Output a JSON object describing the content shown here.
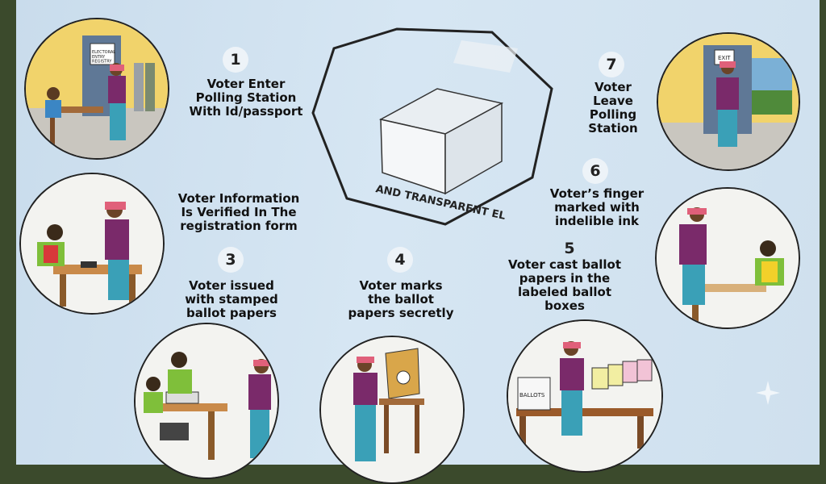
{
  "steps": [
    {
      "num": "1",
      "text": "Voter Enter\nPolling Station\nWith Id/passport"
    },
    {
      "num": "",
      "text": "Voter Information\nIs Verified In The\nregistration form"
    },
    {
      "num": "3",
      "text": "Voter issued\nwith stamped\nballot papers"
    },
    {
      "num": "4",
      "text": "Voter marks\nthe ballot\npapers secretly"
    },
    {
      "num": "5",
      "text": "Voter cast ballot\npapers in the\nlabeled ballot\nboxes"
    },
    {
      "num": "6",
      "text": "Voter’s finger\nmarked with\nindelible ink"
    },
    {
      "num": "7",
      "text": "Voter\nLeave\nPolling\nStation"
    }
  ],
  "logo": {
    "text": "AND TRANSPARENT EL"
  },
  "signs": {
    "registry": "ELECTORAL\nENTRY\nREGISTRY",
    "exit": "EXIT",
    "ballots": "BALLOTS"
  },
  "colors": {
    "poster": "#d3e4f1",
    "dress": "#7a2a6a",
    "skirt": "#3aa0b7",
    "headscarf": "#e0607a",
    "vest": "#7fbf3a"
  }
}
